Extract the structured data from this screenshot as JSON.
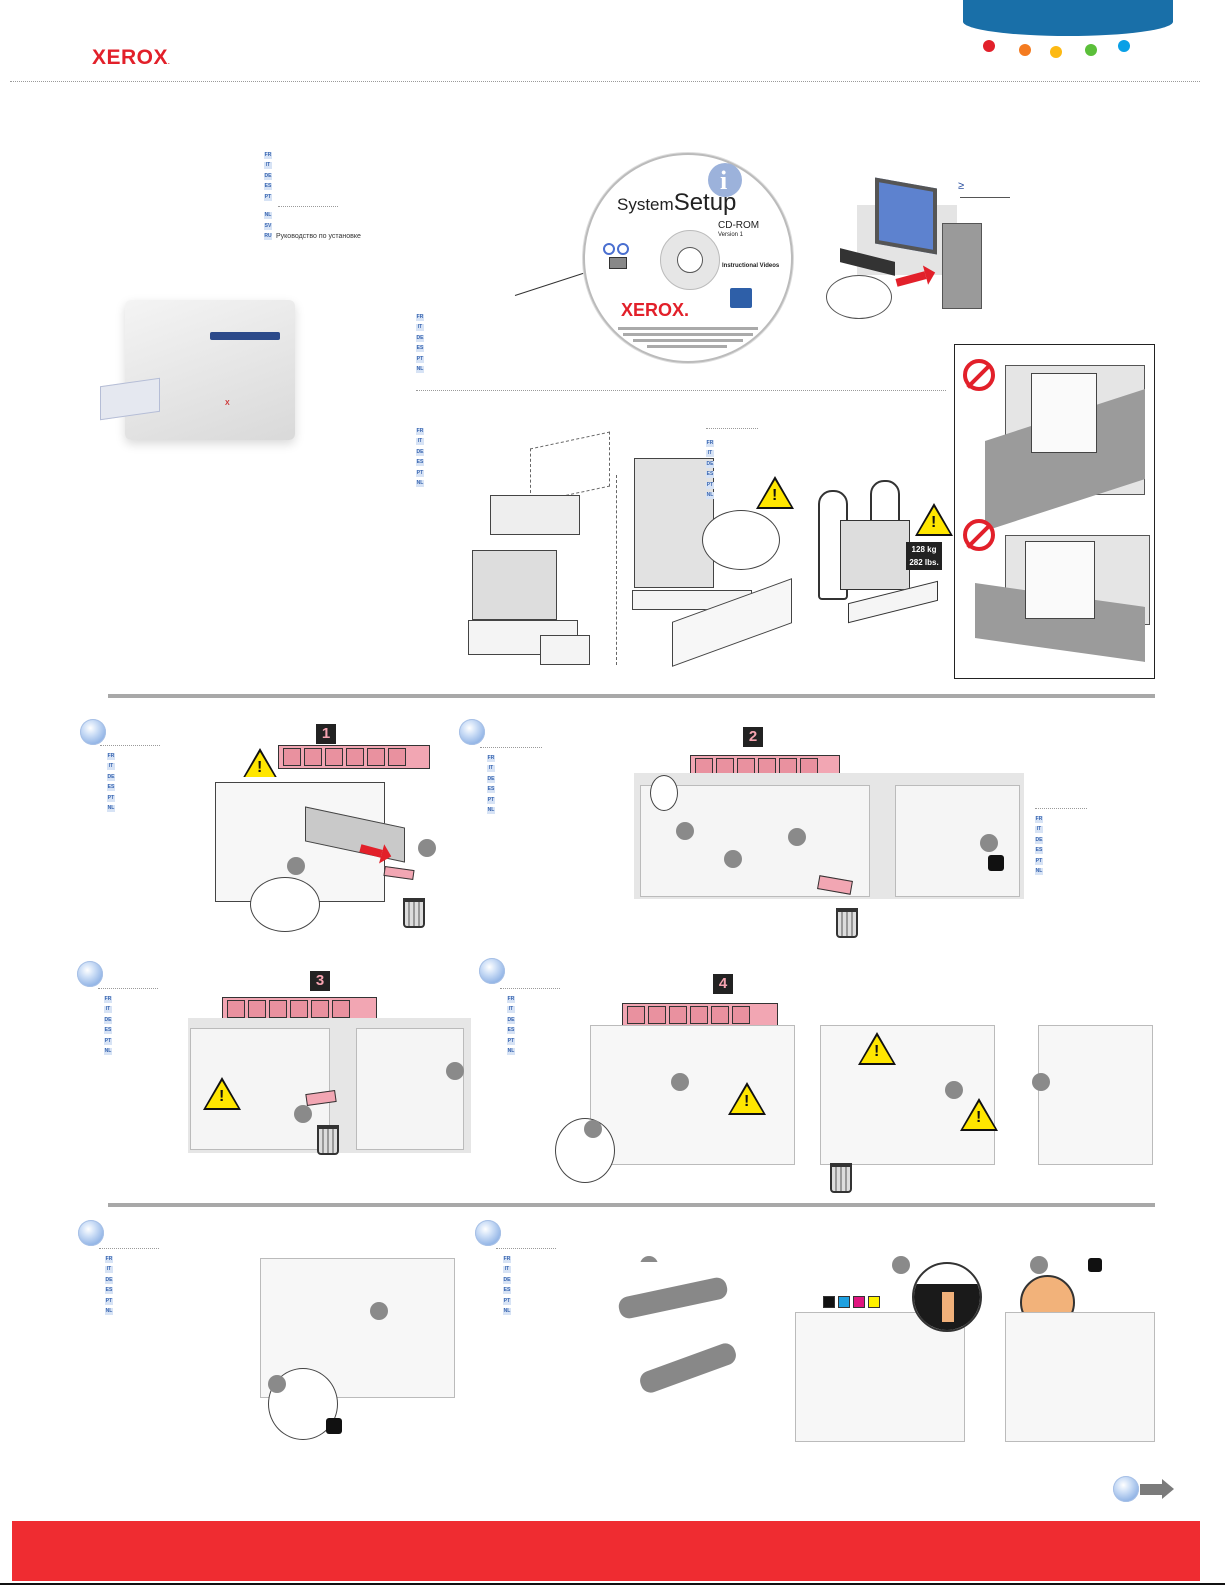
{
  "header": {
    "brand": "XEROX",
    "brand_dot": ".",
    "color_dots": [
      "#e2202a",
      "#f47b20",
      "#fdb913",
      "#5bbf3a",
      "#0aa0e6"
    ],
    "banner_color": "#196fa8"
  },
  "colors": {
    "accent_red": "#ef2c31",
    "rule_gray": "#a8a8a8",
    "label_pink": "#f2a6b3",
    "warning_yellow": "#ffe600"
  },
  "intro": {
    "languages": [
      {
        "code": "FR",
        "text": ""
      },
      {
        "code": "IT",
        "text": ""
      },
      {
        "code": "DE",
        "text": ""
      },
      {
        "code": "ES",
        "text": ""
      },
      {
        "code": "PT",
        "text": ""
      },
      {
        "code": "NL",
        "text": ""
      },
      {
        "code": "SV",
        "text": ""
      },
      {
        "code": "RU",
        "text": "Руководство по установке"
      }
    ]
  },
  "cd": {
    "title_small": "System",
    "title_large": "Setup",
    "subtitle": "CD-ROM",
    "version": "Version 1",
    "videos_label": "Instructional Videos",
    "brand": "XEROX.",
    "languages": [
      "FR",
      "IT",
      "DE",
      "ES",
      "PT",
      "NL"
    ]
  },
  "computer": {
    "callout": "≥"
  },
  "unpack": {
    "languages": [
      "FR",
      "IT",
      "DE",
      "ES",
      "PT",
      "NL"
    ],
    "ramp_languages": [
      "FR",
      "IT",
      "DE",
      "ES",
      "PT",
      "NL"
    ],
    "weight_kg": "128 kg",
    "weight_lbs": "282 lbs."
  },
  "steps": [
    {
      "id": "step-1",
      "label_number": "1",
      "languages": [
        "FR",
        "IT",
        "DE",
        "ES",
        "PT",
        "NL"
      ]
    },
    {
      "id": "step-2",
      "label_number": "2",
      "languages": [
        "FR",
        "IT",
        "DE",
        "ES",
        "PT",
        "NL"
      ],
      "side_languages": [
        "FR",
        "IT",
        "DE",
        "ES",
        "PT",
        "NL"
      ]
    },
    {
      "id": "step-3",
      "label_number": "3",
      "languages": [
        "FR",
        "IT",
        "DE",
        "ES",
        "PT",
        "NL"
      ]
    },
    {
      "id": "step-4",
      "label_number": "4",
      "languages": [
        "FR",
        "IT",
        "DE",
        "ES",
        "PT",
        "NL"
      ]
    },
    {
      "id": "step-5",
      "languages": [
        "FR",
        "IT",
        "DE",
        "ES",
        "PT",
        "NL"
      ]
    },
    {
      "id": "step-6",
      "languages": [
        "FR",
        "IT",
        "DE",
        "ES",
        "PT",
        "NL"
      ],
      "toner_colors": [
        "#111111",
        "#1ea0e0",
        "#e0157f",
        "#fff200"
      ]
    }
  ],
  "next": {
    "label": "next-page"
  }
}
